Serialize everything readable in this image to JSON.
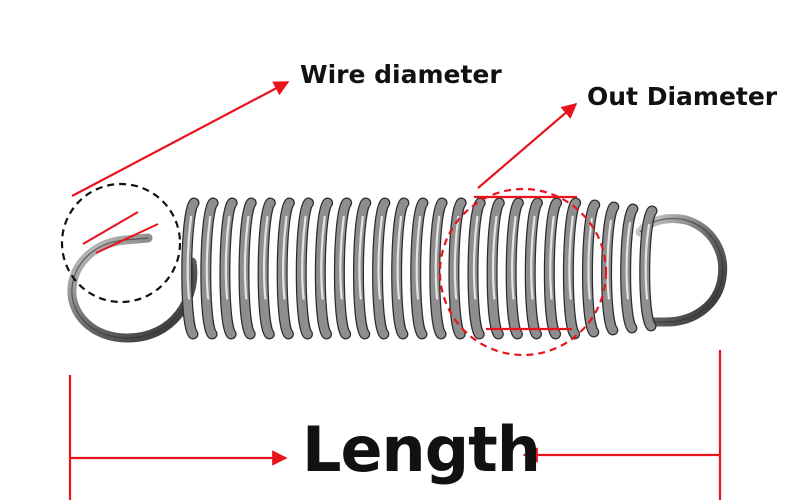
{
  "labels": {
    "wire_diameter": "Wire diameter",
    "out_diameter": "Out Diameter",
    "length": "Length"
  },
  "colors": {
    "annotation": "#e8141b",
    "wire_circle": "#111111",
    "spring_dark": "#3b3b3b",
    "spring_light": "#c9c9c9"
  },
  "icons": {
    "spring": "extension-spring-image"
  }
}
